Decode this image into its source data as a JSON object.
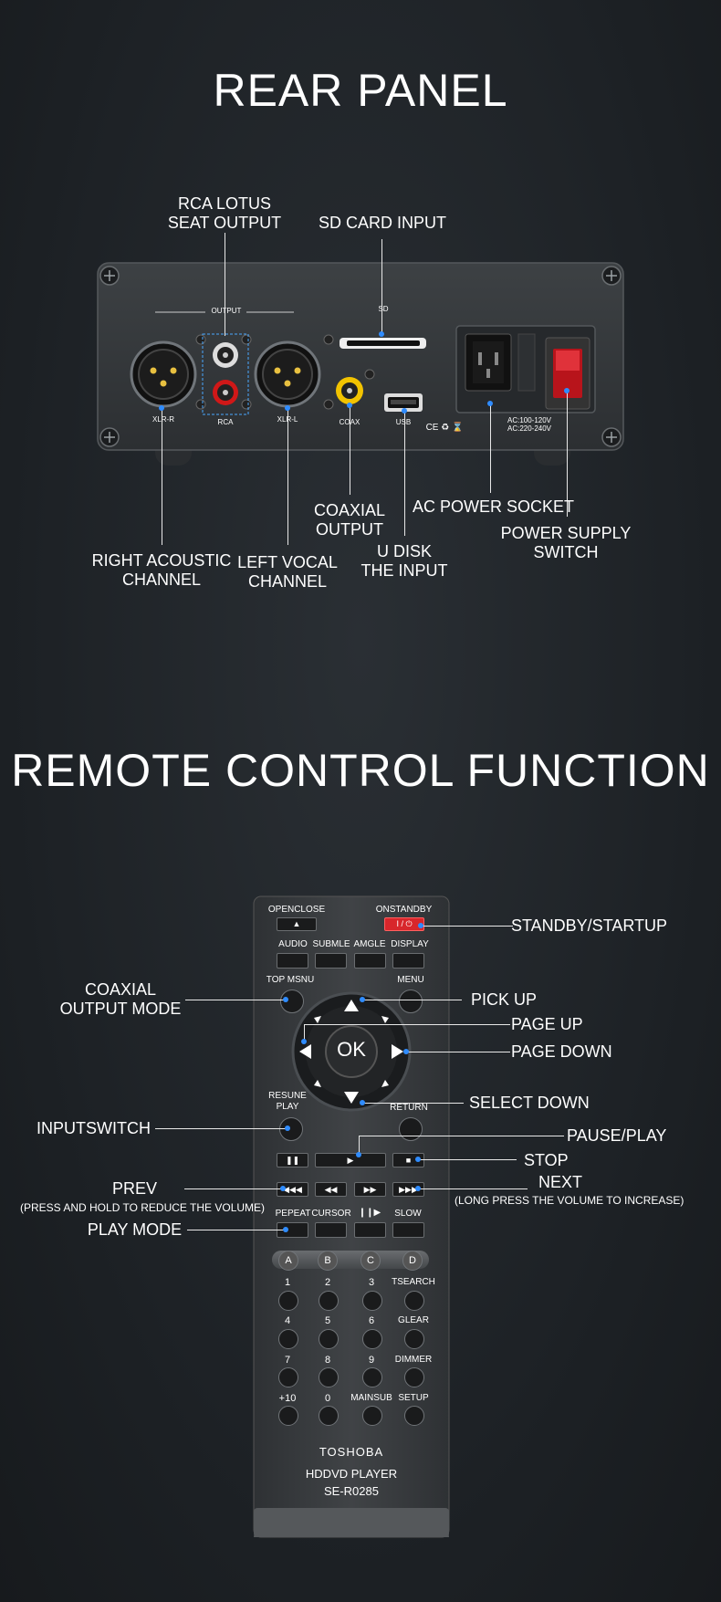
{
  "headings": {
    "rear_panel": "REAR PANEL",
    "remote_control": "REMOTE CONTROL FUNCTION"
  },
  "rear_callouts": {
    "rca_lotus": [
      "RCA LOTUS",
      "SEAT OUTPUT"
    ],
    "sd_card": "SD CARD INPUT",
    "coaxial_output": [
      "COAXIAL",
      "OUTPUT"
    ],
    "ac_power_socket": "AC POWER SOCKET",
    "power_supply_switch": [
      "POWER SUPPLY",
      "SWITCH"
    ],
    "right_acoustic": [
      "RIGHT ACOUSTIC",
      "CHANNEL"
    ],
    "left_vocal": [
      "LEFT VOCAL",
      "CHANNEL"
    ],
    "u_disk": [
      "U DISK",
      "THE INPUT"
    ]
  },
  "panel_print": {
    "output": "OUTPUT",
    "sd": "SD",
    "xlr_r": "XLR-R",
    "rca": "RCA",
    "xlr_l": "XLR-L",
    "coax": "COAX",
    "usb": "USB",
    "ac1": "AC:100-120V",
    "ac2": "AC:220-240V",
    "cert": "CE ♻ ⌛"
  },
  "remote_callouts": {
    "standby": "STANDBY/STARTUP",
    "coaxial_mode": [
      "COAXIAL",
      "OUTPUT MODE"
    ],
    "pick_up": "PICK UP",
    "page_up": "PAGE UP",
    "page_down": "PAGE DOWN",
    "select_down": "SELECT DOWN",
    "input_switch": "INPUTSWITCH",
    "pause_play": "PAUSE/PLAY",
    "stop": "STOP",
    "prev": "PREV",
    "prev_note": "(PRESS AND HOLD TO REDUCE THE VOLUME)",
    "next": "NEXT",
    "next_note": "(LONG PRESS THE VOLUME TO INCREASE)",
    "play_mode": "PLAY MODE"
  },
  "remote_print": {
    "openclose": "OPENCLOSE",
    "onstandby": "ONSTANDBY",
    "power_symbol": "I / ⏻",
    "row1": [
      "AUDIO",
      "SUBMLE",
      "AMGLE",
      "DISPLAY"
    ],
    "top_menu": "TOP MSNU",
    "menu": "MENU",
    "ok": "OK",
    "resume": [
      "RESUNE",
      "PLAY"
    ],
    "return": "RETURN",
    "repeat_row": [
      "PEPEAT",
      "CURSOR",
      "",
      "SLOW"
    ],
    "abcd": [
      "A",
      "B",
      "C",
      "D"
    ],
    "num_rows": [
      [
        "1",
        "2",
        "3",
        "TSEARCH"
      ],
      [
        "4",
        "5",
        "6",
        "GLEAR"
      ],
      [
        "7",
        "8",
        "9",
        "DIMMER"
      ],
      [
        "+10",
        "0",
        "MAINSUB",
        "SETUP"
      ]
    ],
    "brand": "TOSHOBA",
    "model1": "HDDVD PLAYER",
    "model2": "SE-R0285"
  },
  "colors": {
    "background": "#1f2327",
    "callout_dot": "#2f8cff",
    "remote_body": "#3a3d40",
    "standby_red": "#d8262b",
    "rca_red": "#d01818",
    "coax_yellow": "#f2c300"
  }
}
